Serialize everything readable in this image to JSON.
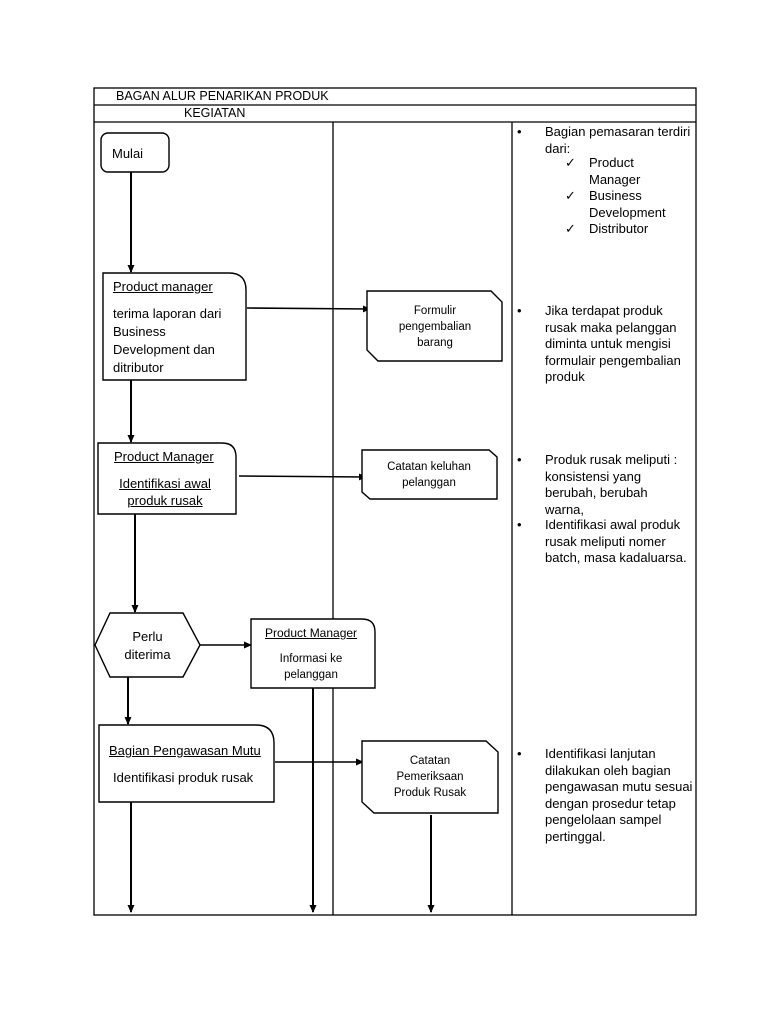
{
  "header": {
    "title": "BAGAN ALUR PENARIKAN PRODUK",
    "subtitle": "KEGIATAN"
  },
  "nodes": {
    "start": {
      "label": "Mulai"
    },
    "pm_report": {
      "title": "Product manager",
      "lines": [
        "terima laporan dari",
        "Business",
        "Development dan",
        "ditributor"
      ]
    },
    "form_return": {
      "lines": [
        "Formulir",
        "pengembalian",
        "barang"
      ]
    },
    "pm_identify": {
      "title": "Product Manager",
      "lines": [
        "Identifikasi awal",
        "produk rusak"
      ]
    },
    "complaint_record": {
      "lines": [
        "Catatan keluhan",
        "pelanggan"
      ]
    },
    "decision": {
      "lines": [
        "Perlu",
        "diterima"
      ]
    },
    "pm_inform": {
      "title": "Product Manager",
      "lines": [
        "Informasi ke",
        "pelanggan"
      ]
    },
    "qc": {
      "title": "Bagian Pengawasan Mutu",
      "lines": [
        "Identifikasi produk rusak"
      ]
    },
    "inspection_record": {
      "lines": [
        "Catatan",
        "Pemeriksaan",
        "Produk Rusak"
      ]
    }
  },
  "notes": {
    "bullet_symbol": "•",
    "check_symbol": "✓",
    "n1": {
      "lines": [
        "Bagian pemasaran terdiri",
        "dari:"
      ]
    },
    "n1_checks": [
      {
        "lines": [
          "Product",
          "Manager"
        ]
      },
      {
        "lines": [
          "Business",
          "Development"
        ]
      },
      {
        "lines": [
          "Distributor"
        ]
      }
    ],
    "n2": {
      "lines": [
        "Jika terdapat produk",
        "rusak maka pelanggan",
        "diminta untuk mengisi",
        "formulair pengembalian",
        "produk"
      ]
    },
    "n3": {
      "lines": [
        "Produk rusak meliputi :",
        "konsistensi yang",
        "berubah, berubah",
        "warna,"
      ]
    },
    "n4": {
      "lines": [
        "Identifikasi awal produk",
        "rusak meliputi nomer",
        "batch, masa kadaluarsa."
      ]
    },
    "n5": {
      "lines": [
        "Identifikasi lanjutan",
        "dilakukan oleh bagian",
        "pengawasan mutu sesuai",
        "dengan prosedur tetap",
        "pengelolaan sampel",
        "pertinggal."
      ]
    }
  }
}
